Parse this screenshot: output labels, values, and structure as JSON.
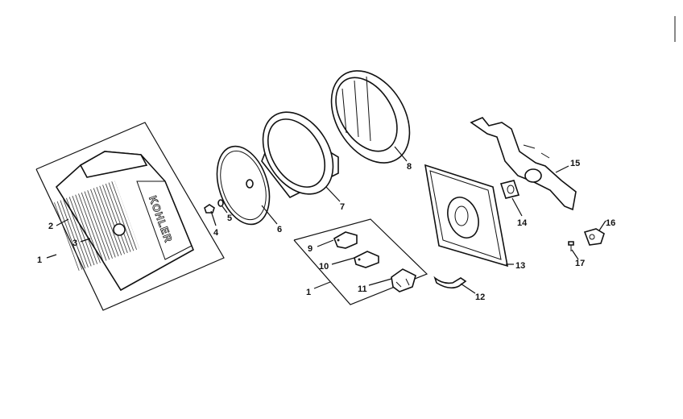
{
  "diagram": {
    "parts": [
      {
        "id": "1a",
        "label": "1"
      },
      {
        "id": "2",
        "label": "2"
      },
      {
        "id": "3",
        "label": "3"
      },
      {
        "id": "4",
        "label": "4"
      },
      {
        "id": "5",
        "label": "5"
      },
      {
        "id": "6",
        "label": "6"
      },
      {
        "id": "7",
        "label": "7"
      },
      {
        "id": "8",
        "label": "8"
      },
      {
        "id": "9",
        "label": "9"
      },
      {
        "id": "10",
        "label": "10"
      },
      {
        "id": "1b",
        "label": "1"
      },
      {
        "id": "11",
        "label": "11"
      },
      {
        "id": "12",
        "label": "12"
      },
      {
        "id": "13",
        "label": "13"
      },
      {
        "id": "14",
        "label": "14"
      },
      {
        "id": "15",
        "label": "15"
      },
      {
        "id": "16",
        "label": "16"
      },
      {
        "id": "17",
        "label": "17"
      }
    ],
    "cover_brand_text": "KOHLER"
  }
}
